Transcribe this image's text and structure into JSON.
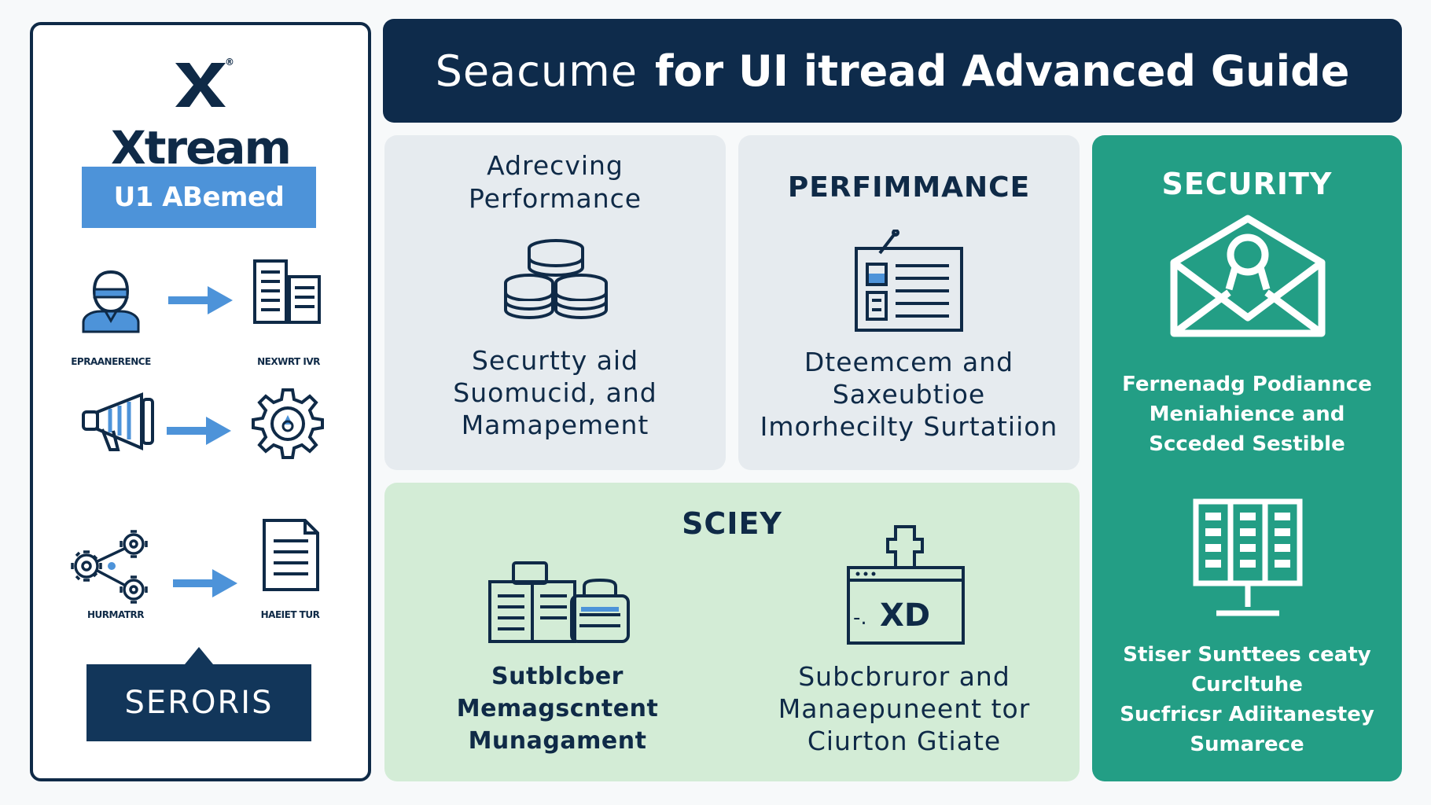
{
  "sidebar": {
    "logo_mark": "X",
    "logo_reg": "®",
    "logo_word": "Xtream",
    "badge": "U1 ABemed",
    "flows": [
      {
        "from_icon": "user-icon",
        "from_label": "EPRAANERENCE",
        "to_icon": "server-icon",
        "to_label": "NEXWRT IVR"
      },
      {
        "from_icon": "megaphone-icon",
        "from_label": "",
        "to_icon": "gear-icon",
        "to_label": ""
      },
      {
        "from_icon": "network-gears-icon",
        "from_label": "HURMATRR",
        "to_icon": "document-icon",
        "to_label": "HAEIET TUR"
      }
    ],
    "callout": "SERORIS"
  },
  "header": {
    "light": "Seacume",
    "bold": "for UI itread Advanced Guide"
  },
  "cards": {
    "card1": {
      "title_lines": [
        "Adrecving",
        "Performance"
      ],
      "body_lines": [
        "Securtty aid",
        "Suomucid, and",
        "Mamapement"
      ]
    },
    "card2": {
      "title": "PERFIMMANCE",
      "body_lines": [
        "Dteemcem and",
        "Saxeubtioe",
        "Imorhecilty Surtatiion"
      ]
    },
    "card3": {
      "title": "SECURITY",
      "body1_lines": [
        "Fernenadg Podiannce",
        "Meniahience and",
        "Scceded Sestible"
      ],
      "body2_lines": [
        "Stiser Sunttees ceaty",
        "Curcltuhe",
        "Sucfricsr Adiitanestey",
        "Sumarece"
      ]
    },
    "card4": {
      "title": "SCIEY",
      "left_lines": [
        "Sutblcber",
        "Memagscntent",
        "Munagament"
      ],
      "right_lines": [
        "Subcbruror and",
        "Manaepuneent tor",
        "Ciurton Gtiate"
      ],
      "terminal_text": "XD",
      "terminal_prompt": "-."
    }
  },
  "colors": {
    "navy": "#0e2b4b",
    "blue": "#4d93d9",
    "gray_card": "#e6ebef",
    "green_card": "#d3ecd6",
    "teal_card": "#239e85"
  }
}
